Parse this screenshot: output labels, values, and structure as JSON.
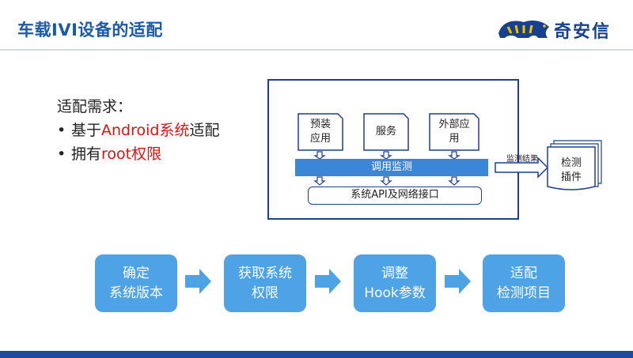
{
  "header": {
    "title": "车载IVI设备的适配",
    "brand_name": "奇安信",
    "logo_color": "#17408f"
  },
  "requirements": {
    "heading": "适配需求：",
    "items": [
      {
        "prefix": "基于",
        "highlight": "Android系统",
        "suffix": "适配"
      },
      {
        "prefix": "拥有",
        "highlight": "root权限",
        "suffix": ""
      }
    ],
    "highlight_color": "#e01010"
  },
  "diagram": {
    "apps": [
      "预装应用",
      "服务",
      "外部应用"
    ],
    "app_lines": [
      [
        "预装",
        "应用"
      ],
      [
        "服务"
      ],
      [
        "外部应",
        "用"
      ]
    ],
    "monitor_label": "调用监测",
    "api_label": "系统API及网络接口",
    "result_label": "监测结果",
    "plugin_label": "检测插件",
    "plugin_lines": [
      "检测",
      "插件"
    ],
    "bar_color": "#3a86d8",
    "frame_color": "#1f3f8f"
  },
  "flow": {
    "steps": [
      {
        "lines": [
          "确定",
          "系统版本"
        ]
      },
      {
        "lines": [
          "获取系统",
          "权限"
        ]
      },
      {
        "lines": [
          "调整",
          "Hook参数"
        ]
      },
      {
        "lines": [
          "适配",
          "检测项目"
        ]
      }
    ],
    "step_color": "#4da3e6"
  }
}
